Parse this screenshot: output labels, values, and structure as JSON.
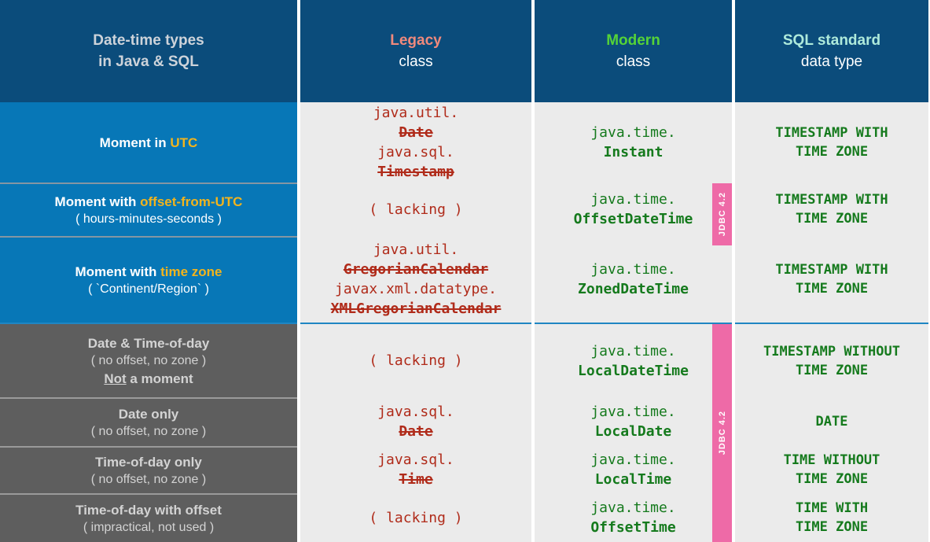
{
  "header": {
    "types": {
      "line1": "Date-time types",
      "line2": "in Java & SQL"
    },
    "legacy": {
      "accent": "Legacy",
      "sub": "class"
    },
    "modern": {
      "accent": "Modern",
      "sub": "class"
    },
    "sql": {
      "accent": "SQL standard",
      "sub": "data type"
    }
  },
  "jdbc_badge": {
    "label": "JDBC 4.2"
  },
  "rows": [
    {
      "title": {
        "prefix": "Moment in ",
        "accent": "UTC"
      },
      "legacy": {
        "l1": "java.util.",
        "l2": "Date",
        "l3": "java.sql.",
        "l4": "Timestamp"
      },
      "legacy_deprecated": [
        "Date",
        "Timestamp"
      ],
      "modern": {
        "pkg": "java.time.",
        "cls": "Instant"
      },
      "sql": {
        "l1": "TIMESTAMP WITH",
        "l2": "TIME ZONE"
      }
    },
    {
      "title": {
        "prefix": "Moment with ",
        "accent": "offset-from-UTC",
        "sub": "( hours-minutes-seconds )"
      },
      "legacy": {
        "l1": "( lacking )"
      },
      "modern": {
        "pkg": "java.time.",
        "cls": "OffsetDateTime"
      },
      "sql": {
        "l1": "TIMESTAMP WITH",
        "l2": "TIME ZONE"
      }
    },
    {
      "title": {
        "prefix": "Moment with ",
        "accent": "time zone",
        "sub": "( `Continent/Region` )"
      },
      "legacy": {
        "l1": "java.util.",
        "l2": "GregorianCalendar",
        "l3": "javax.xml.datatype.",
        "l4": "XMLGregorianCalendar"
      },
      "legacy_deprecated": [
        "GregorianCalendar",
        "XMLGregorianCalendar"
      ],
      "modern": {
        "pkg": "java.time.",
        "cls": "ZonedDateTime"
      },
      "sql": {
        "l1": "TIMESTAMP WITH",
        "l2": "TIME ZONE"
      }
    },
    {
      "title": {
        "prefix": "Date & Time-of-day",
        "sub": "( no offset, no zone )",
        "not_word": "Not",
        "not_rest": " a moment"
      },
      "legacy": {
        "l1": "( lacking )"
      },
      "modern": {
        "pkg": "java.time.",
        "cls": "LocalDateTime"
      },
      "sql": {
        "l1": "TIMESTAMP WITHOUT",
        "l2": "TIME ZONE"
      }
    },
    {
      "title": {
        "prefix": "Date only",
        "sub": "( no offset, no zone )"
      },
      "legacy": {
        "l1": "java.sql.",
        "l2": "Date"
      },
      "legacy_deprecated": [
        "Date"
      ],
      "modern": {
        "pkg": "java.time.",
        "cls": "LocalDate"
      },
      "sql": {
        "l1": "DATE"
      }
    },
    {
      "title": {
        "prefix": "Time-of-day only",
        "sub": "( no offset, no zone )"
      },
      "legacy": {
        "l1": "java.sql.",
        "l2": "Time"
      },
      "legacy_deprecated": [
        "Time"
      ],
      "modern": {
        "pkg": "java.time.",
        "cls": "LocalTime"
      },
      "sql": {
        "l1": "TIME WITHOUT",
        "l2": "TIME ZONE"
      }
    },
    {
      "title": {
        "prefix": "Time-of-day with offset",
        "sub": "( impractical, not used )"
      },
      "legacy": {
        "l1": "( lacking )"
      },
      "modern": {
        "pkg": "java.time.",
        "cls": "OffsetTime"
      },
      "sql": {
        "l1": "TIME WITH",
        "l2": "TIME ZONE"
      }
    }
  ],
  "colors": {
    "header_bg": "#0b4c7b",
    "blue_row": "#0777b7",
    "gray_row": "#5e5e5e",
    "body_bg": "#ebebeb",
    "yellow": "#f2b41d",
    "legacy_accent": "#f0897c",
    "modern_accent": "#55d337",
    "sql_accent": "#aeeadb",
    "code_red": "#b02b1a",
    "code_green": "#157a1d",
    "jdbc_pink": "#ee6aa7",
    "divider_blue": "#1f86c3"
  }
}
